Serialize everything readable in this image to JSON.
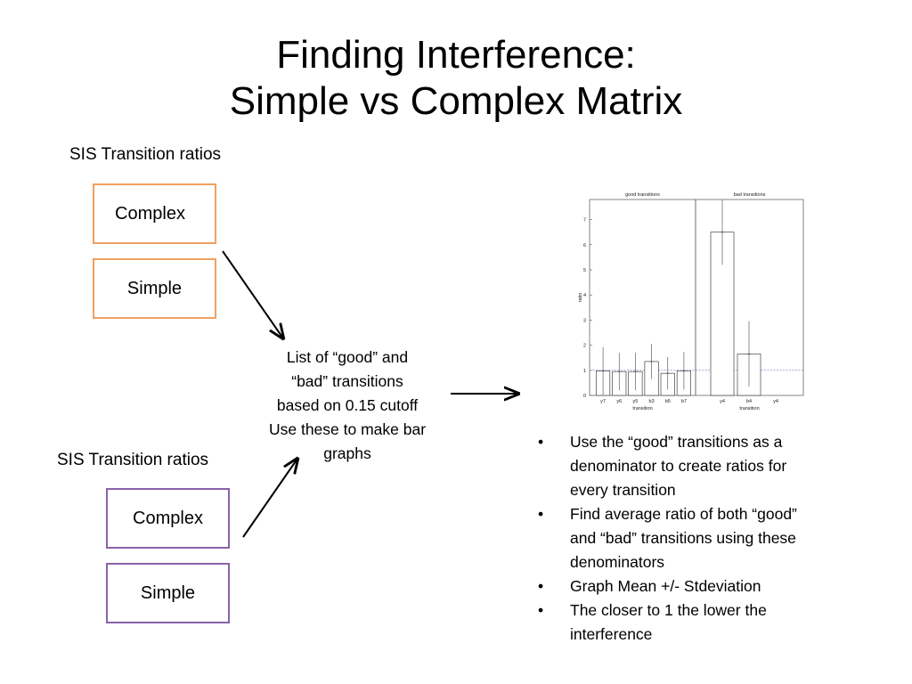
{
  "title": {
    "line1": "Finding Interference:",
    "line2": "Simple vs Complex Matrix"
  },
  "top_group": {
    "label": "SIS Transition ratios",
    "box1": "Complex",
    "box2": "Simple",
    "color": "#f0a060"
  },
  "bottom_group": {
    "label": "SIS Transition ratios",
    "box1": "Complex",
    "box2": "Simple",
    "color": "#8a62a8"
  },
  "center": {
    "line1": "List of “good” and",
    "line2": "“bad” transitions",
    "line3": "based on 0.15 cutoff",
    "line4": "Use these to make bar",
    "line5": "graphs"
  },
  "bullets": [
    {
      "line1": "Use the “good” transitions as a",
      "line2": "denominator to create ratios for",
      "line3": "every transition"
    },
    {
      "line1": "Find average ratio of both “good”",
      "line2": "and “bad” transitions using these",
      "line3": "denominators"
    },
    {
      "line1": "Graph Mean +/- Stdeviation"
    },
    {
      "line1": "The closer to 1 the lower the",
      "line2": "interference"
    }
  ],
  "chart_data": {
    "type": "bar",
    "ylabel": "ratio",
    "ylim": [
      0,
      7.8
    ],
    "yticks": [
      0,
      1,
      2,
      3,
      4,
      5,
      6,
      7
    ],
    "reference_line": 1,
    "panels": [
      {
        "title": "good transitions",
        "xlabel": "transition",
        "categories": [
          "y7",
          "y6",
          "y5",
          "b3",
          "b5",
          "b7"
        ],
        "values": [
          0.97,
          0.95,
          0.95,
          1.35,
          0.88,
          0.98
        ],
        "errors": [
          0.95,
          0.75,
          0.75,
          0.7,
          0.65,
          0.75
        ]
      },
      {
        "title": "bad transitions",
        "xlabel": "transition",
        "categories": [
          "y4",
          "b4",
          "y4"
        ],
        "values": [
          6.5,
          1.65,
          0
        ],
        "errors": [
          1.3,
          1.3,
          0
        ]
      }
    ]
  }
}
